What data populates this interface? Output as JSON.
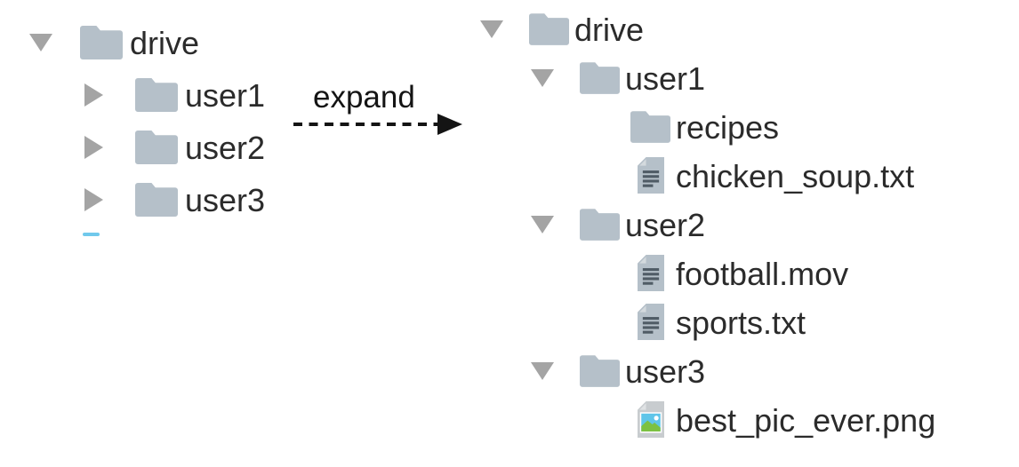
{
  "page": {
    "background": "#ffffff",
    "description": "Before/after file-tree diagram: collapsed drive tree expands into full tree"
  },
  "left_tree": {
    "name": "collapsed tree (before)",
    "items": [
      {
        "label": "drive",
        "type": "folder",
        "state": "expanded",
        "level": 0
      },
      {
        "label": "user1",
        "type": "folder",
        "state": "collapsed",
        "level": 1
      },
      {
        "label": "user2",
        "type": "folder",
        "state": "collapsed",
        "level": 1
      },
      {
        "label": "user3",
        "type": "folder",
        "state": "collapsed",
        "level": 1
      }
    ],
    "cursor_dash": {
      "present": true,
      "color": "#70c9ec"
    }
  },
  "transition": {
    "label": "expand",
    "arrow_style": "dashed, pointing right"
  },
  "right_tree": {
    "name": "expanded tree (after)",
    "items": [
      {
        "label": "drive",
        "type": "folder",
        "state": "expanded",
        "level": 0
      },
      {
        "label": "user1",
        "type": "folder",
        "state": "expanded",
        "level": 1
      },
      {
        "label": "recipes",
        "type": "folder",
        "state": "leaf",
        "level": 2
      },
      {
        "label": "chicken_soup.txt",
        "type": "text-file",
        "level": 2
      },
      {
        "label": "user2",
        "type": "folder",
        "state": "expanded",
        "level": 1
      },
      {
        "label": "football.mov",
        "type": "text-file",
        "level": 2
      },
      {
        "label": "sports.txt",
        "type": "text-file",
        "level": 2
      },
      {
        "label": "user3",
        "type": "folder",
        "state": "expanded",
        "level": 1
      },
      {
        "label": "best_pic_ever.png",
        "type": "image-file",
        "level": 2
      }
    ]
  },
  "icons": {
    "collapse-toggle-icon": "down triangle ▼",
    "expand-toggle-icon": "right triangle ▶",
    "folder-icon": "blue-grey folder with left tab",
    "text-file-icon": "document, folded top-left corner, text lines",
    "image-file-icon": "document, folded top-left corner, landscape thumbnail",
    "dashed-arrow-right-icon": "black dashed line with arrowhead"
  },
  "colors": {
    "text": "#2b2b2b",
    "toggle": "#a4a4a4",
    "folder": "#b5c0c9",
    "doc_body": "#b5c0c9",
    "doc_fold": "#d4dade",
    "doc_lines": "#505c66",
    "imgdoc_body": "#c8cccf",
    "imgdoc_fold": "#dfe2e4",
    "img_sky": "#5fc5e9",
    "img_green": "#7cc142",
    "cursor": "#70c9ec",
    "arrow": "#141414"
  }
}
